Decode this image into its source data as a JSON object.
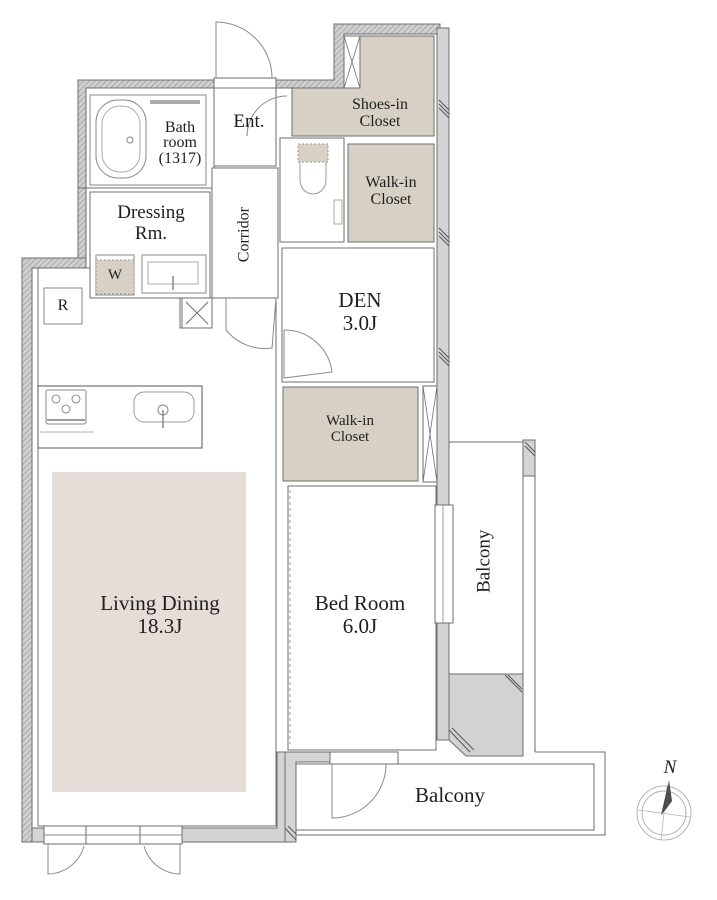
{
  "floor_plan": {
    "colors": {
      "wall_hatch": "#a9a9a9",
      "wall_fill": "#d4d4d4",
      "line": "#6e6e6e",
      "closet_fill": "#d6d1c4",
      "living_rug_fill": "#e6ddd9",
      "balcony_slab_fill": "#d2d2d2",
      "text": "#1e1e1e"
    },
    "rooms": {
      "bathroom": {
        "line1": "Bath",
        "line2": "room",
        "line3": "(1317)"
      },
      "entrance": {
        "label": "Ent."
      },
      "shoes_closet": {
        "line1": "Shoes-in",
        "line2": "Closet"
      },
      "walkin_closet_upper": {
        "line1": "Walk-in",
        "line2": "Closet"
      },
      "dressing_room": {
        "line1": "Dressing",
        "line2": "Rm."
      },
      "corridor": {
        "label": "Corridor"
      },
      "den": {
        "name": "DEN",
        "size": "3.0J"
      },
      "walkin_closet_lower": {
        "line1": "Walk-in",
        "line2": "Closet"
      },
      "living_dining": {
        "name": "Living Dining",
        "size": "18.3J"
      },
      "bedroom": {
        "name": "Bed Room",
        "size": "6.0J"
      },
      "balcony_side": {
        "label": "Balcony"
      },
      "balcony_bottom": {
        "label": "Balcony"
      }
    },
    "fixtures": {
      "refrigerator": "R",
      "washer": "W"
    },
    "compass": {
      "north_label": "N"
    }
  }
}
